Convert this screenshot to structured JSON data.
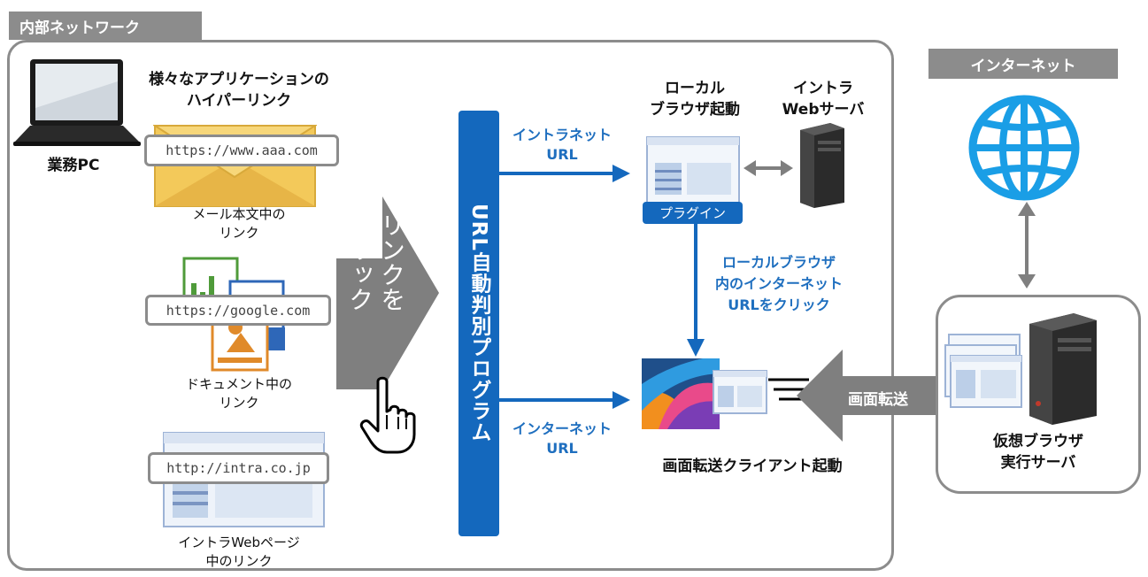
{
  "internal_network": {
    "label": "内部ネットワーク",
    "pc_label": "業務PC",
    "apps_title": "様々なアプリケーションの\nハイパーリンク",
    "links": [
      {
        "url": "https://www.aaa.com",
        "caption": "メール本文中の\nリンク"
      },
      {
        "url": "https://google.com",
        "caption": "ドキュメント中の\nリンク"
      },
      {
        "url": "http://intra.co.jp",
        "caption": "イントラWebページ\n中のリンク"
      }
    ],
    "click_arrow_text": "リンクを\nクリック",
    "program_label": "URL自動判別プログラム",
    "intranet_url_label": "イントラネット\nURL",
    "internet_url_label": "インターネット\nURL",
    "local_browser_label": "ローカル\nブラウザ起動",
    "plugin_label": "プラグイン",
    "intra_web_server_label": "イントラ\nWebサーバ",
    "local_click_label": "ローカルブラウザ\n内のインターネット\nURLをクリック",
    "client_label": "画面転送クライアント起動"
  },
  "internet": {
    "label": "インターネット",
    "virtual_server_label": "仮想ブラウザ\n実行サーバ",
    "transfer_label": "画面転送"
  },
  "colors": {
    "accent": "#1468bd",
    "gray": "#8c8c8c",
    "globe": "#1a9ee6"
  }
}
